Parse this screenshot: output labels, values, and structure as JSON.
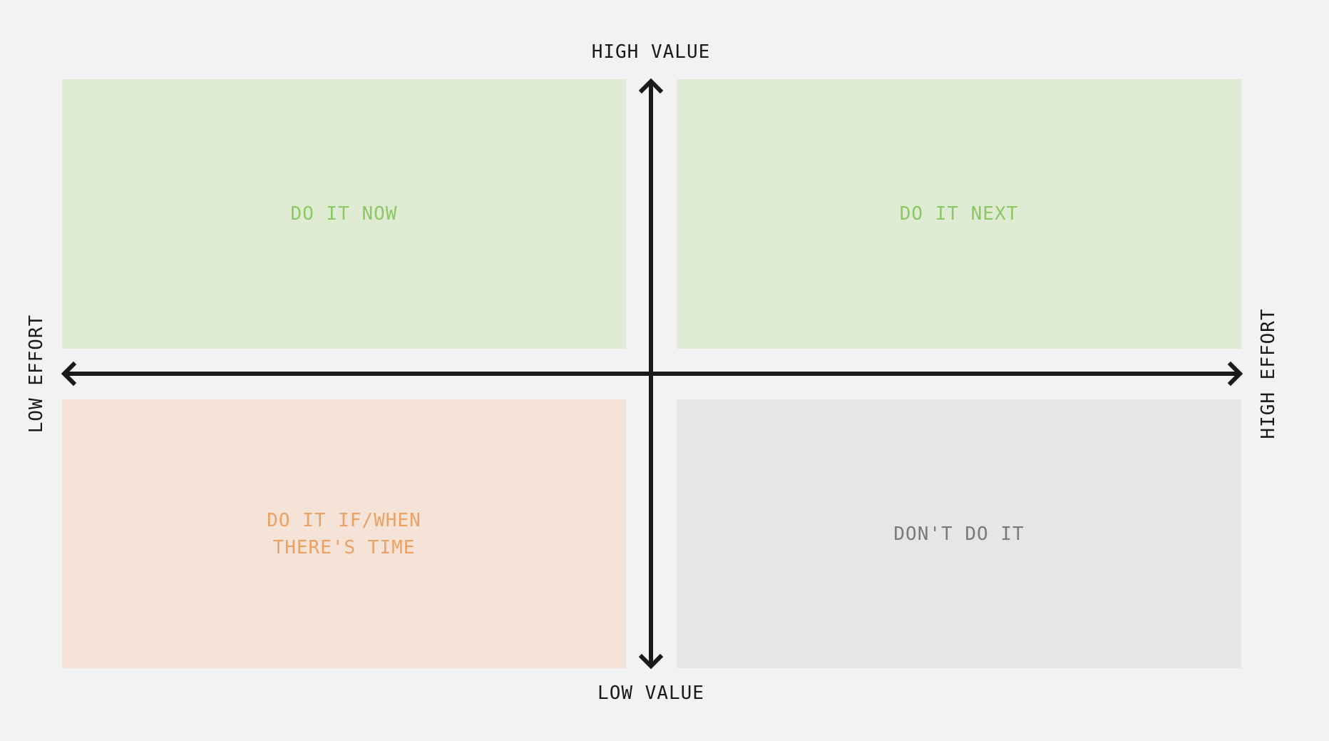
{
  "diagram": {
    "type": "2x2-priority-matrix",
    "axes": {
      "top": "HIGH VALUE",
      "bottom": "LOW VALUE",
      "left": "LOW EFFORT",
      "right": "HIGH EFFORT"
    },
    "quadrants": {
      "top_left": {
        "label": "DO IT NOW",
        "bg": "#e0ebd3",
        "color": "#8cc864"
      },
      "top_right": {
        "label": "DO IT NEXT",
        "bg": "#e0ebd3",
        "color": "#8cc864"
      },
      "bottom_left": {
        "label": "DO IT IF/WHEN\nTHERE'S TIME",
        "bg": "#f5e3d7",
        "color": "#eba064"
      },
      "bottom_right": {
        "label": "DON'T DO IT",
        "bg": "#e6e6e6",
        "color": "#7a7a7a"
      }
    },
    "colors": {
      "background": "#f2f2f2",
      "axis": "#1a1a1a"
    }
  }
}
